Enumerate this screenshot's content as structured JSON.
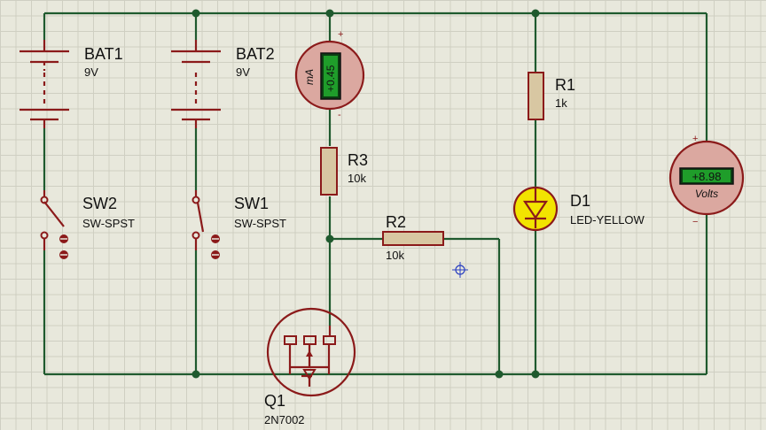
{
  "components": {
    "bat1": {
      "ref": "BAT1",
      "value": "9V"
    },
    "bat2": {
      "ref": "BAT2",
      "value": "9V"
    },
    "sw2": {
      "ref": "SW2",
      "value": "SW-SPST"
    },
    "sw1": {
      "ref": "SW1",
      "value": "SW-SPST"
    },
    "r3": {
      "ref": "R3",
      "value": "10k"
    },
    "r2": {
      "ref": "R2",
      "value": "10k"
    },
    "r1": {
      "ref": "R1",
      "value": "1k"
    },
    "d1": {
      "ref": "D1",
      "value": "LED-YELLOW"
    },
    "q1": {
      "ref": "Q1",
      "value": "2N7002"
    }
  },
  "ammeter": {
    "reading": "+0.45",
    "unit": "mA",
    "plus": "+",
    "minus": "-"
  },
  "voltmeter": {
    "reading": "+8.98",
    "unit": "Volts",
    "plus": "+",
    "minus": "−"
  },
  "colors": {
    "wire": "#1f5a2e",
    "part": "#8b1a1a",
    "meter": "#dba8a0",
    "lcd": "#1f9d2a",
    "led": "#f2e400"
  }
}
